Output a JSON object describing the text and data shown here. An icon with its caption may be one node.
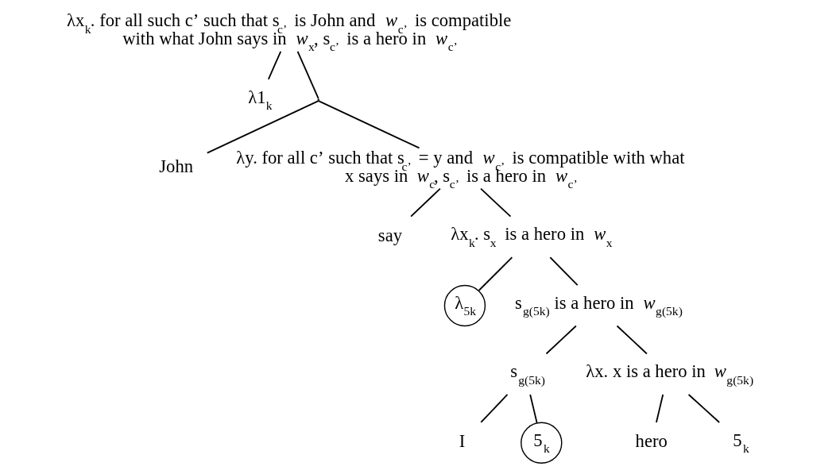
{
  "diagram": {
    "nodes": [
      {
        "text": [
          "λx$_{k}$. for all such c’ such that s$_{c’}$ is John and *w*$_{c’}$ is compatible with what John says in *w*$_{x}$, s$_{c’}$ is a hero in *w*$_{c’}$"
        ]
      },
      {
        "text": [
          "λ1$_{k}$"
        ]
      },
      {
        "text": [],
        "shape": "point"
      },
      {
        "text": [
          "John"
        ]
      },
      {
        "text": [
          "λy. for all c’ such that s$_{c’}$ = y and *w*$_{c’}$ is compatible with what x says in *w*$_{c}$, s$_{c’}$ is a hero in *w*$_{c’}$"
        ]
      },
      {
        "text": [
          "say"
        ]
      },
      {
        "text": [
          "λx$_{k}$. s$_{x}$ is a hero in *w*$_{x}$"
        ]
      },
      {
        "text": [
          "λ$_{5k}$"
        ]
      },
      {
        "text": [
          "s$_{g(5k)}$ is a hero in *w*$_{g(5k)}$"
        ]
      },
      {
        "text": [
          "s$_{g(5k)}$"
        ]
      },
      {
        "text": [
          "λx. x is a hero in *w*$_{g(5k)}$"
        ]
      },
      {
        "text": [
          "I"
        ]
      },
      {
        "text": [
          "5$_{k}$"
        ]
      },
      {
        "text": [
          "hero"
        ]
      },
      {
        "text": [
          "5$_{k}$"
        ]
      }
    ],
    "edges": [
      {
        "from": 0,
        "to": 1,
        "arrow": "none"
      },
      {
        "from": 0,
        "to": 2,
        "arrow": "none"
      },
      {
        "from": 2,
        "to": 3,
        "arrow": "none"
      },
      {
        "from": 2,
        "to": 4,
        "arrow": "none"
      },
      {
        "from": 4,
        "to": 5,
        "arrow": "none"
      },
      {
        "from": 4,
        "to": 6,
        "arrow": "none"
      },
      {
        "from": 6,
        "to": 7,
        "arrow": "none"
      },
      {
        "from": 6,
        "to": 8,
        "arrow": "none"
      },
      {
        "from": 8,
        "to": 9,
        "arrow": "none"
      },
      {
        "from": 8,
        "to": 10,
        "arrow": "none"
      },
      {
        "from": 9,
        "to": 11,
        "arrow": "none"
      },
      {
        "from": 9,
        "to": 12,
        "arrow": "none"
      },
      {
        "from": 10,
        "to": 13,
        "arrow": "none"
      },
      {
        "from": 10,
        "to": 14,
        "arrow": "none"
      }
    ]
  }
}
